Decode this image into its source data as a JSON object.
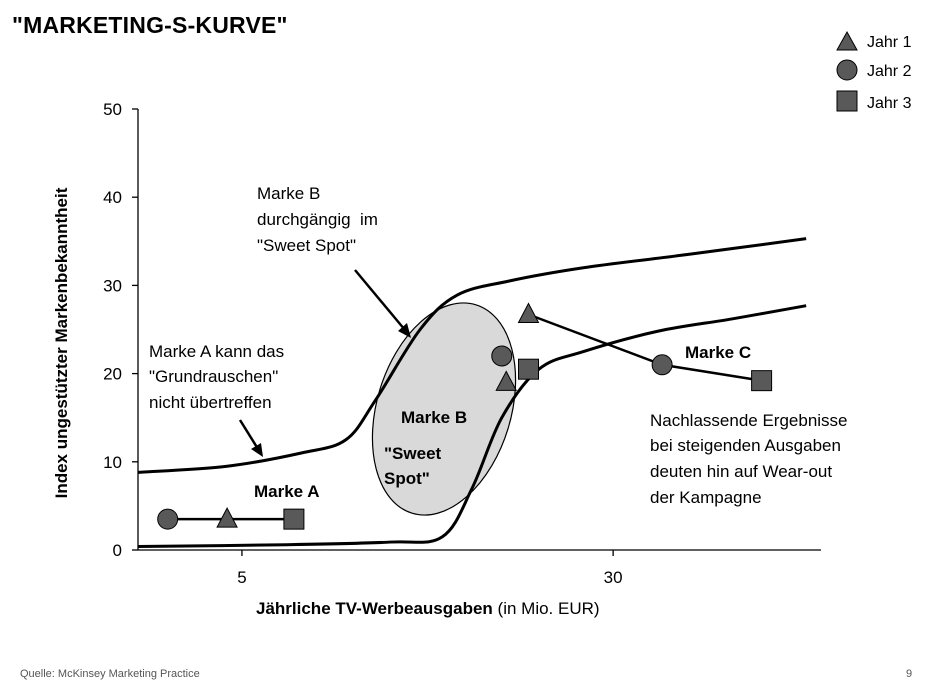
{
  "title": "\"MARKETING-S-KURVE\"",
  "chart_data": {
    "type": "scatter",
    "xlabel_bold": "Jährliche TV-Werbeausgaben",
    "xlabel_normal": " (in Mio. EUR)",
    "ylabel": "Index ungestützter Markenbekanntheit",
    "xlim": [
      -2,
      44
    ],
    "ylim": [
      0,
      50
    ],
    "x_ticks": [
      5,
      30
    ],
    "y_ticks": [
      0,
      10,
      20,
      30,
      40,
      50
    ],
    "grid": false,
    "legend": {
      "placement": "top-right",
      "entries": [
        {
          "label": "Jahr 1",
          "marker": "triangle"
        },
        {
          "label": "Jahr 2",
          "marker": "circle"
        },
        {
          "label": "Jahr 3",
          "marker": "square"
        }
      ]
    },
    "series": [
      {
        "name": "Marke A",
        "points": [
          {
            "x": 0,
            "y": 3.5,
            "marker": "circle"
          },
          {
            "x": 4,
            "y": 3.5,
            "marker": "triangle"
          },
          {
            "x": 8.5,
            "y": 3.5,
            "marker": "square"
          }
        ]
      },
      {
        "name": "Marke B",
        "points": [
          {
            "x": 22.5,
            "y": 22,
            "marker": "circle"
          },
          {
            "x": 22.8,
            "y": 19,
            "marker": "triangle"
          },
          {
            "x": 24.3,
            "y": 20.5,
            "marker": "square"
          },
          {
            "x": 24.3,
            "y": 26.7,
            "marker": "triangle"
          }
        ]
      },
      {
        "name": "Marke C",
        "points": [
          {
            "x": 24.3,
            "y": 26.7,
            "marker": "triangle"
          },
          {
            "x": 33.3,
            "y": 21,
            "marker": "circle"
          },
          {
            "x": 40,
            "y": 19.2,
            "marker": "square"
          }
        ]
      }
    ],
    "curves": {
      "upper": [
        [
          -2,
          8.8
        ],
        [
          4,
          9.5
        ],
        [
          9,
          11
        ],
        [
          12,
          12.5
        ],
        [
          14,
          17
        ],
        [
          17,
          25
        ],
        [
          19.5,
          28.9
        ],
        [
          23,
          30.5
        ],
        [
          28,
          32
        ],
        [
          35,
          33.5
        ],
        [
          43,
          35.3
        ]
      ],
      "lower": [
        [
          -2,
          0.4
        ],
        [
          8,
          0.6
        ],
        [
          15,
          0.9
        ],
        [
          18.5,
          1.5
        ],
        [
          20.5,
          7
        ],
        [
          22.5,
          15
        ],
        [
          25,
          20.5
        ],
        [
          28,
          22.5
        ],
        [
          33,
          24.8
        ],
        [
          38,
          26.2
        ],
        [
          43,
          27.7
        ]
      ]
    },
    "annotations": {
      "marke_a_label": "Marke A",
      "marke_b_label": "Marke B",
      "marke_c_label": "Marke C",
      "sweet_spot_line1": "\"Sweet",
      "sweet_spot_line2": "Spot\"",
      "note_a_line1": "Marke A kann das",
      "note_a_line2": "\"Grundrauschen\"",
      "note_a_line3": "nicht übertreffen",
      "note_b_line1": "Marke B",
      "note_b_line2": "durchgängig  im",
      "note_b_line3": "\"Sweet Spot\"",
      "note_c_line1": "Nachlassende Ergebnisse",
      "note_c_line2": "bei steigenden Ausgaben",
      "note_c_line3": "deuten hin auf Wear-out",
      "note_c_line4": "der Kampagne"
    }
  },
  "footer": {
    "source": "Quelle: McKinsey Marketing Practice",
    "page": "9"
  }
}
